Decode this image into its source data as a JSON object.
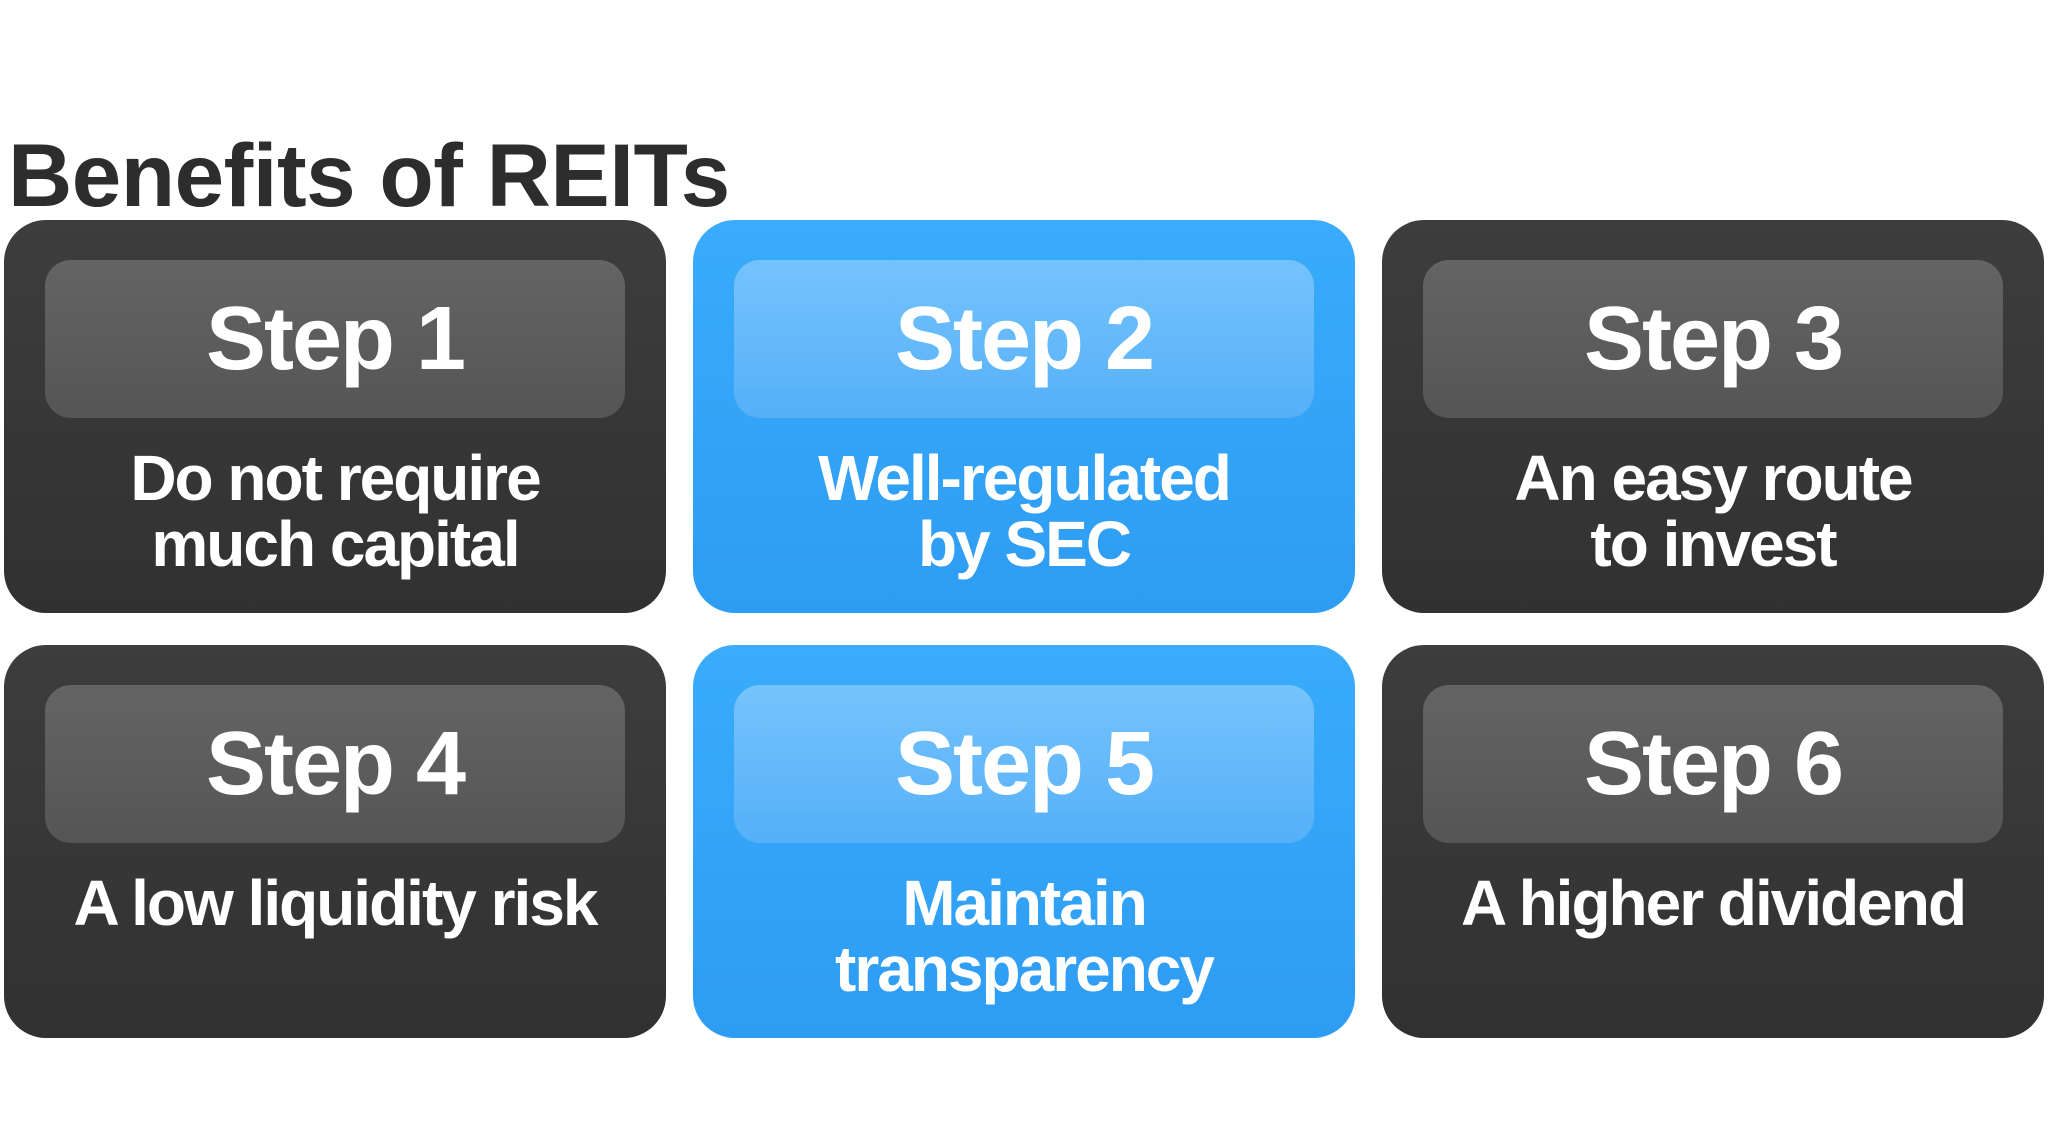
{
  "title": "Benefits of REITs",
  "colors": {
    "background": "#ffffff",
    "title_text": "#2d2d2d",
    "card_dark": "#373737",
    "card_dark_badge": "#5c5c5c",
    "card_blue": "#31a5f8",
    "card_blue_badge": "#64b9fa",
    "card_text": "#ffffff"
  },
  "cards": [
    {
      "step": "Step 1",
      "description": "Do not require\nmuch capital",
      "variant": "dark"
    },
    {
      "step": "Step 2",
      "description": "Well-regulated\nby SEC",
      "variant": "blue"
    },
    {
      "step": "Step 3",
      "description": "An easy route\nto invest",
      "variant": "dark"
    },
    {
      "step": "Step 4",
      "description": "A low liquidity risk",
      "variant": "dark"
    },
    {
      "step": "Step 5",
      "description": "Maintain\ntransparency",
      "variant": "blue"
    },
    {
      "step": "Step 6",
      "description": "A higher dividend",
      "variant": "dark"
    }
  ]
}
